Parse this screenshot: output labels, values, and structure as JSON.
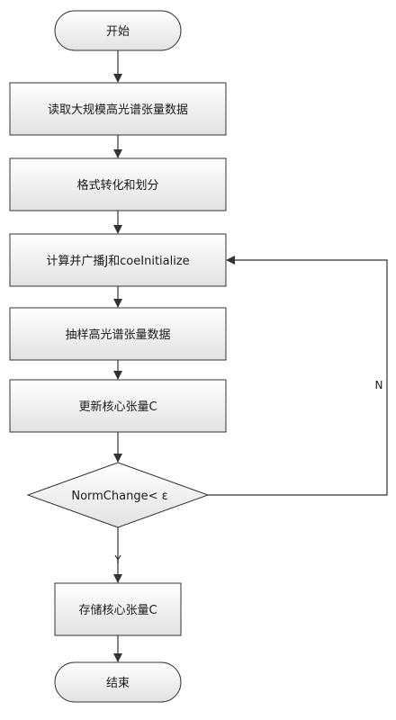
{
  "nodes": {
    "start": {
      "label": "开始"
    },
    "read": {
      "label": "读取大规模高光谱张量数据"
    },
    "format": {
      "label": "格式转化和划分"
    },
    "compute": {
      "label": "计算并广播J和coeInitialize"
    },
    "sample": {
      "label": "抽样高光谱张量数据"
    },
    "update": {
      "label": "更新核心张量C"
    },
    "decision": {
      "label": "NormChange< ε"
    },
    "store": {
      "label": "存储核心张量C"
    },
    "end": {
      "label": "结束"
    }
  },
  "edges": {
    "no_label": "N",
    "yes_label": "Y"
  },
  "colors": {
    "box_fill_top": "#ffffff",
    "box_fill_bottom": "#e4e4e4",
    "stroke": "#333333"
  }
}
